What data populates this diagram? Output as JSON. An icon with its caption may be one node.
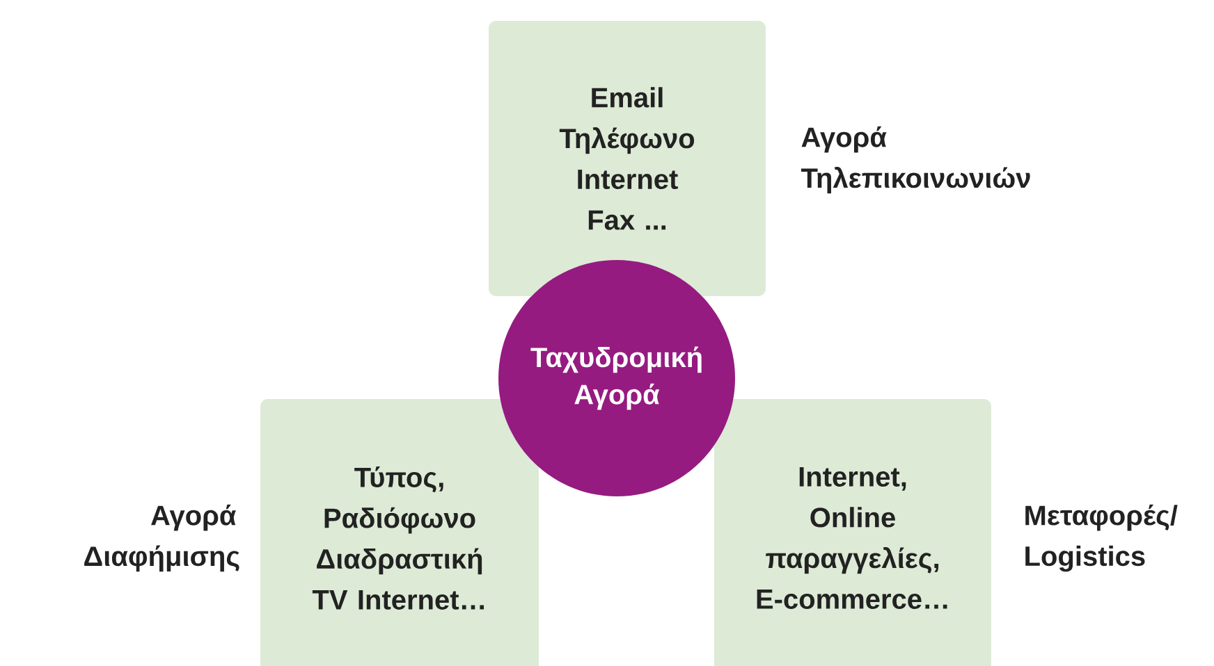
{
  "diagram": {
    "nodes": [
      {
        "text": [
          "Email Τηλέφωνο Internet Fax ..."
        ],
        "beside": [
          "Αγορά Τηλεπικοινωνιών"
        ]
      },
      {
        "text": [
          "Ταχυδρομική Αγορά"
        ]
      },
      {
        "text": [
          "Τύπος, Ραδιόφωνο Διαδραστική TV Internet…"
        ],
        "beside": [
          "Αγορά Διαφήμισης"
        ]
      },
      {
        "text": [
          "Internet, Online παραγγελίες, E-commerce…"
        ],
        "beside": [
          "Μεταφορές/ Logistics"
        ]
      }
    ]
  }
}
